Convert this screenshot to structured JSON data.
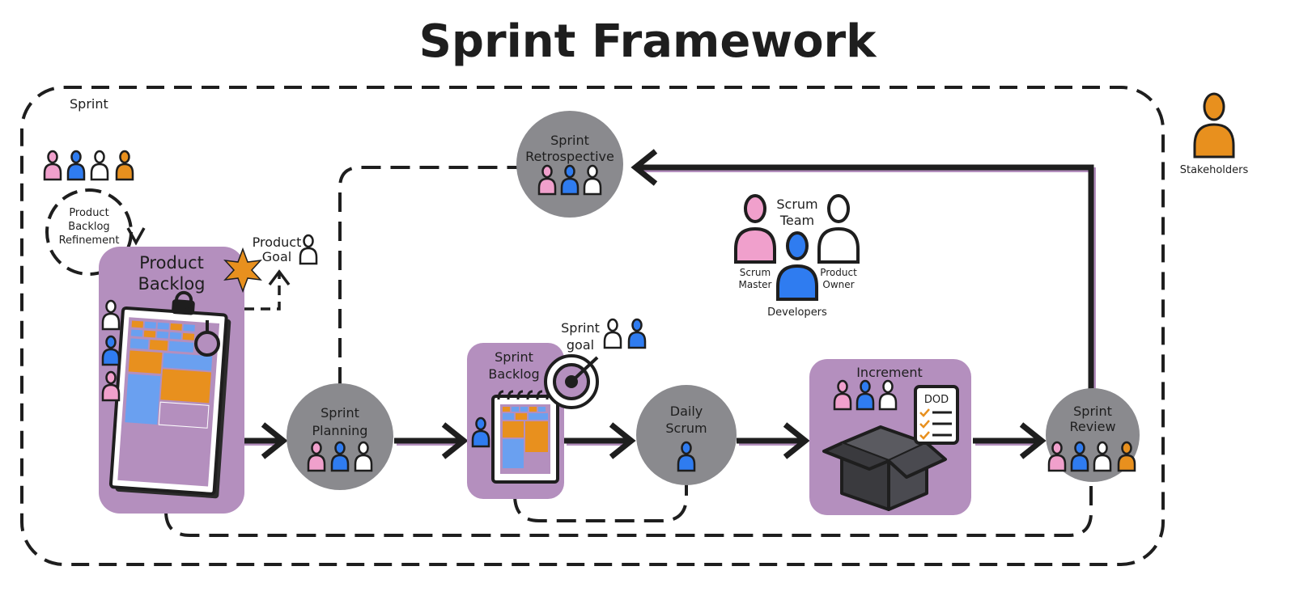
{
  "title": "Sprint Framework",
  "colors": {
    "purple": "#b48fbe",
    "gray": "#8a8a8e",
    "dark": "#1e1e1e",
    "pink": "#f0a0cc",
    "blue": "#2f7cf0",
    "orange": "#e8901e",
    "white": "#ffffff",
    "box_dark": "#3a3a3e"
  },
  "labels": {
    "sprint": "Sprint",
    "stakeholders": "Stakeholders",
    "refinement": [
      "Product",
      "Backlog",
      "Refinement"
    ],
    "product_backlog": [
      "Product",
      "Backlog"
    ],
    "product_goal": [
      "Product",
      "Goal"
    ],
    "sprint_planning": [
      "Sprint",
      "Planning"
    ],
    "sprint_backlog": [
      "Sprint",
      "Backlog"
    ],
    "sprint_goal": [
      "Sprint",
      "goal"
    ],
    "daily_scrum": [
      "Daily",
      "Scrum"
    ],
    "increment": "Increment",
    "dod": "DOD",
    "sprint_review": [
      "Sprint",
      "Review"
    ],
    "sprint_retrospective": [
      "Sprint",
      "Retrospective"
    ],
    "scrum_team": [
      "Scrum",
      "Team"
    ],
    "scrum_master": [
      "Scrum",
      "Master"
    ],
    "product_owner": [
      "Product",
      "Owner"
    ],
    "developers": "Developers"
  },
  "icons": {
    "stakeholder": "person-icon",
    "goal_star": "star-icon",
    "magnifier": "magnifier-icon",
    "target": "target-icon",
    "box": "box-icon",
    "checklist": "checklist-icon",
    "clipboard": "clipboard-icon",
    "notepad": "notepad-icon"
  }
}
